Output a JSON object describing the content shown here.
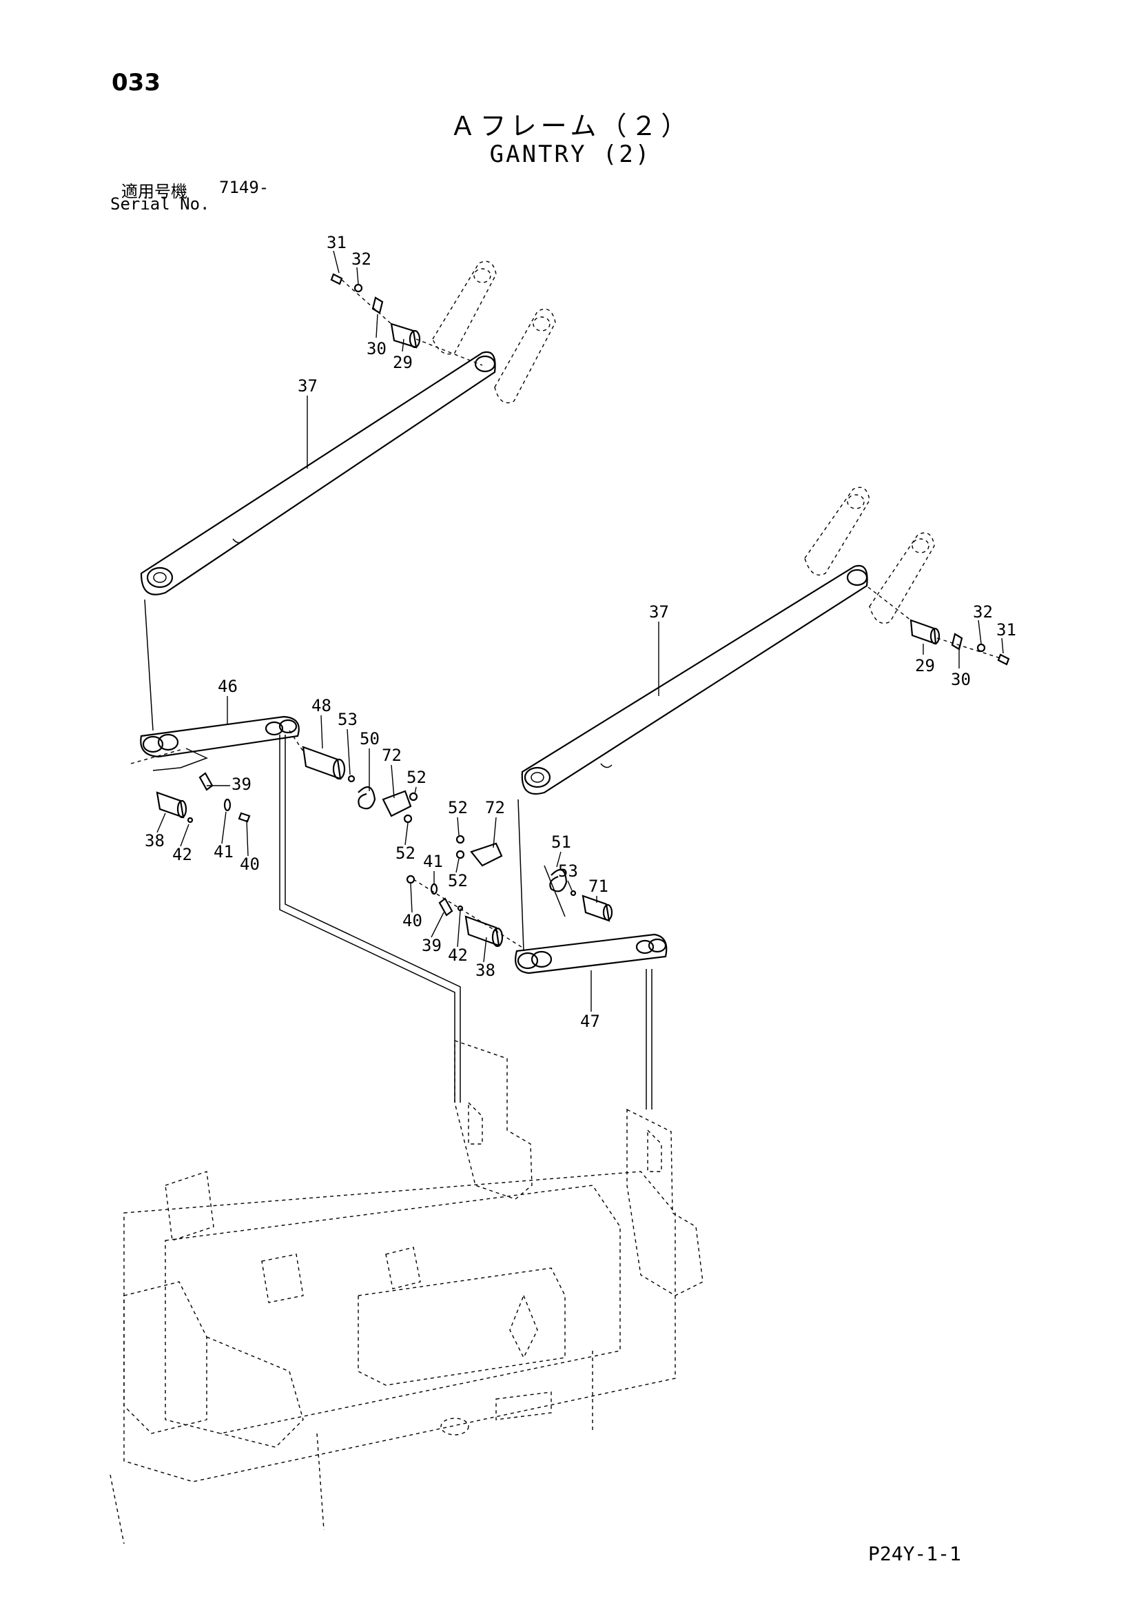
{
  "page_number": "033",
  "title_jp": "Ａフレーム（２）",
  "title_en": "GANTRY (2)",
  "serial": {
    "label_jp": "適用号機",
    "label_en": "Serial No.",
    "value": "7149-"
  },
  "footer_code": "P24Y-1-1",
  "part_labels": {
    "p31_upper": "31",
    "p32_upper": "32",
    "p30_upper": "30",
    "p29_upper": "29",
    "p37_upper": "37",
    "p37_right": "37",
    "p32_right": "32",
    "p31_right": "31",
    "p29_right": "29",
    "p30_right": "30",
    "p46": "46",
    "p48": "48",
    "p53_left": "53",
    "p50": "50",
    "p72_left": "72",
    "p52_a": "52",
    "p52_b": "52",
    "p39_left": "39",
    "p38_left": "38",
    "p42_left": "42",
    "p41_left": "41",
    "p40_left": "40",
    "p52_c": "52",
    "p72_mid": "72",
    "p52_d": "52",
    "p41_mid": "41",
    "p40_mid": "40",
    "p39_mid": "39",
    "p42_mid": "42",
    "p38_mid": "38",
    "p51": "51",
    "p53_mid": "53",
    "p71": "71",
    "p47": "47"
  }
}
